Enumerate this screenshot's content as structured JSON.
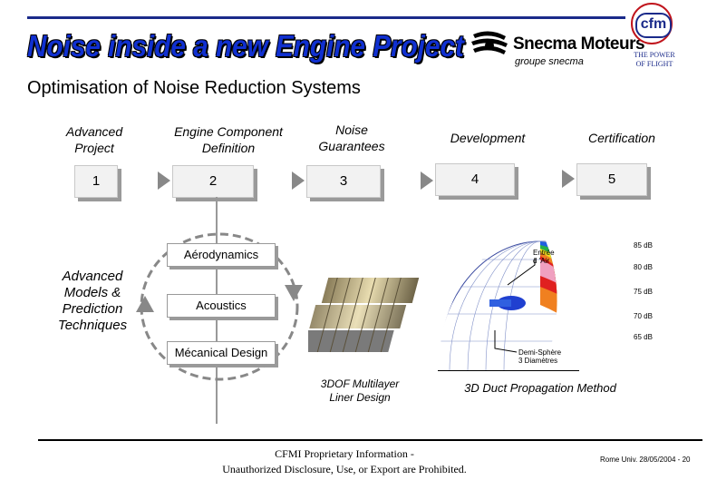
{
  "header": {
    "title": "Noise inside a new Engine Project",
    "company_name": "Snecma Moteurs",
    "company_group": "groupe snecma",
    "cfm_logo": "cfm",
    "cfm_tagline_1": "THE POWER",
    "cfm_tagline_2": "OF FLIGHT"
  },
  "subtitle": "Optimisation of Noise Reduction Systems",
  "steps": [
    {
      "label_line1": "Advanced",
      "label_line2": "Project",
      "number": "1"
    },
    {
      "label_line1": "Engine Component",
      "label_line2": "Definition",
      "number": "2"
    },
    {
      "label_line1": "Noise",
      "label_line2": "Guarantees",
      "number": "3"
    },
    {
      "label_line1": "Development",
      "label_line2": "",
      "number": "4"
    },
    {
      "label_line1": "Certification",
      "label_line2": "",
      "number": "5"
    }
  ],
  "side_label": {
    "line1": "Advanced",
    "line2": "Models &",
    "line3": "Prediction",
    "line4": "Techniques"
  },
  "disciplines": {
    "aero": "Aérodynamics",
    "acoustics": "Acoustics",
    "mechanical": "Mécanical Design"
  },
  "liner_caption": {
    "line1": "3DOF Multilayer",
    "line2": "Liner Design"
  },
  "duct_caption": "3D Duct Propagation Method",
  "duct_annotations": {
    "inlet_1": "Entrée",
    "inlet_2": "d 'Air",
    "hemisphere_1": "Demi-Sphère",
    "hemisphere_2": "3 Diamètres"
  },
  "db_levels": [
    "85 dB",
    "80 dB",
    "75 dB",
    "70 dB",
    "65 dB"
  ],
  "footer": {
    "line1": "CFMI Proprietary Information -",
    "line2": "Unauthorized Disclosure, Use, or Export are Prohibited.",
    "right": "Rome Univ. 28/05/2004 - 20"
  },
  "colors": {
    "title_blue": "#1030d0",
    "header_rule": "#1a2a8a",
    "cfm_red": "#c0141c"
  }
}
